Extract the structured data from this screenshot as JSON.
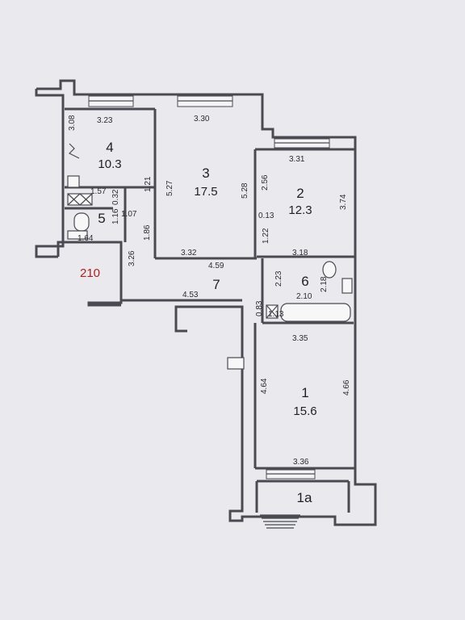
{
  "floorplan": {
    "apartment_number": "210",
    "rooms": [
      {
        "id": "r1",
        "number": "1",
        "area": "15.6"
      },
      {
        "id": "r1a",
        "number": "1a",
        "area": ""
      },
      {
        "id": "r2",
        "number": "2",
        "area": "12.3"
      },
      {
        "id": "r3",
        "number": "3",
        "area": "17.5"
      },
      {
        "id": "r4",
        "number": "4",
        "area": "10.3"
      },
      {
        "id": "r5",
        "number": "5",
        "area": ""
      },
      {
        "id": "r6",
        "number": "6",
        "area": ""
      },
      {
        "id": "r7",
        "number": "7",
        "area": ""
      }
    ],
    "dimensions": {
      "d1": "3.23",
      "d2": "3.30",
      "d3": "3.08",
      "d4": "3.31",
      "d5": "5.27",
      "d6": "5.28",
      "d7": "1.21",
      "d8": "2.56",
      "d9": "3.74",
      "d10": "1.57",
      "d11": "0.32",
      "d12": "1.16",
      "d13": "1.07",
      "d14": "0.13",
      "d15": "1.64",
      "d16": "1.86",
      "d17": "3.26",
      "d18": "3.32",
      "d19": "4.59",
      "d20": "1.22",
      "d21": "3.18",
      "d22": "2.23",
      "d23": "2.18",
      "d24": "2.10",
      "d25": "4.53",
      "d26": "0.83",
      "d27": "1.13",
      "d28": "3.35",
      "d29": "4.64",
      "d30": "4.66",
      "d31": "3.36"
    }
  }
}
